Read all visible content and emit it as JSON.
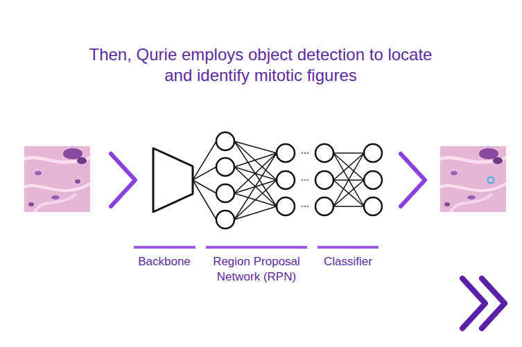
{
  "diagram": {
    "title": "Then, Qurie employs object detection to locate and identify mitotic figures",
    "labels": [
      "Backbone",
      "Region Proposal Network (RPN)",
      "Classifier"
    ]
  }
}
